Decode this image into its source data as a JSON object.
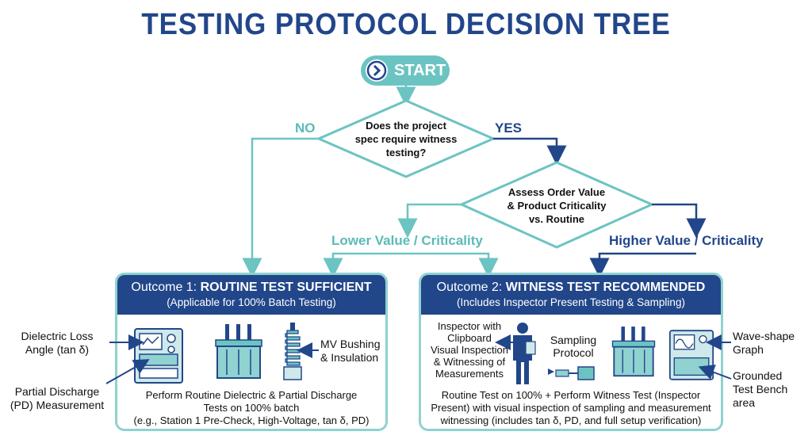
{
  "title": "TESTING PROTOCOL DECISION TREE",
  "start": {
    "label": "START"
  },
  "decision1": {
    "line1": "Does the project",
    "line2": "spec require witness",
    "line3": "testing?"
  },
  "decision2": {
    "line1": "Assess Order Value",
    "line2": "& Product Criticality",
    "line3": "vs. Routine"
  },
  "branches": {
    "no": "NO",
    "yes": "YES",
    "lower": "Lower Value / Criticality",
    "higher": "Higher Value / Criticality"
  },
  "outcome1": {
    "prefix": "Outcome 1: ",
    "heading": "ROUTINE TEST SUFFICIENT",
    "subheading": "(Applicable for 100% Batch Testing)",
    "desc_line1": "Perform Routine Dielectric & Partial Discharge",
    "desc_line2": "Tests on 100% batch",
    "desc_line3": "(e.g., Station 1 Pre-Check, High-Voltage, tan δ, PD)",
    "callouts": {
      "dielectric_line1": "Dielectric Loss",
      "dielectric_line2": "Angle (tan δ)",
      "pd_line1": "Partial Discharge",
      "pd_line2": "(PD) Measurement",
      "bushing_line1": "MV Bushing",
      "bushing_line2": "& Insulation"
    }
  },
  "outcome2": {
    "prefix": "Outcome 2: ",
    "heading": "WITNESS TEST RECOMMENDED",
    "subheading": "(Includes Inspector Present Testing & Sampling)",
    "desc_line1": "Routine Test on 100% + Perform Witness Test (Inspector",
    "desc_line2": "Present) with visual inspection of sampling and measurement",
    "desc_line3": "witnessing (includes tan δ, PD, and full setup verification)",
    "callouts": {
      "inspector_line1": "Inspector with",
      "inspector_line2": "Clipboard",
      "inspector_line3": "Visual Inspection",
      "inspector_line4": "& Witnessing of",
      "inspector_line5": "Measurements",
      "sampling_line1": "Sampling",
      "sampling_line2": "Protocol",
      "wave_line1": "Wave-shape",
      "wave_line2": "Graph",
      "ground_line1": "Grounded",
      "ground_line2": "Test Bench",
      "ground_line3": "area"
    }
  },
  "colors": {
    "navy": "#22468a",
    "teal": "#6cc4c2",
    "light_teal": "#8fd2d0"
  },
  "icons": [
    "chevron-right-icon",
    "test-panel-icon",
    "transformer-icon",
    "bushing-icon",
    "inspector-icon",
    "sampling-device-icon"
  ]
}
